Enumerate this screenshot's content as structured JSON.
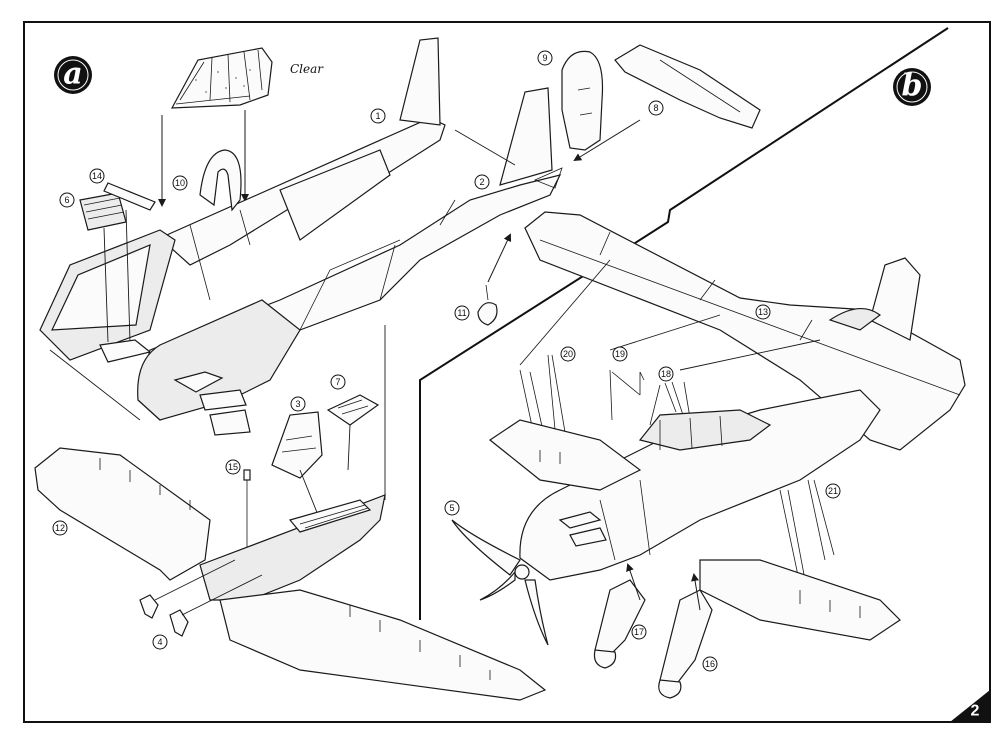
{
  "sheet": {
    "step_a": "a",
    "step_b": "b",
    "page_number": "2",
    "clear_note": "Clear"
  },
  "callouts": [
    "1",
    "2",
    "3",
    "4",
    "5",
    "6",
    "7",
    "8",
    "9",
    "10",
    "11",
    "12",
    "13",
    "14",
    "15",
    "16",
    "17",
    "18",
    "19",
    "20",
    "21"
  ]
}
